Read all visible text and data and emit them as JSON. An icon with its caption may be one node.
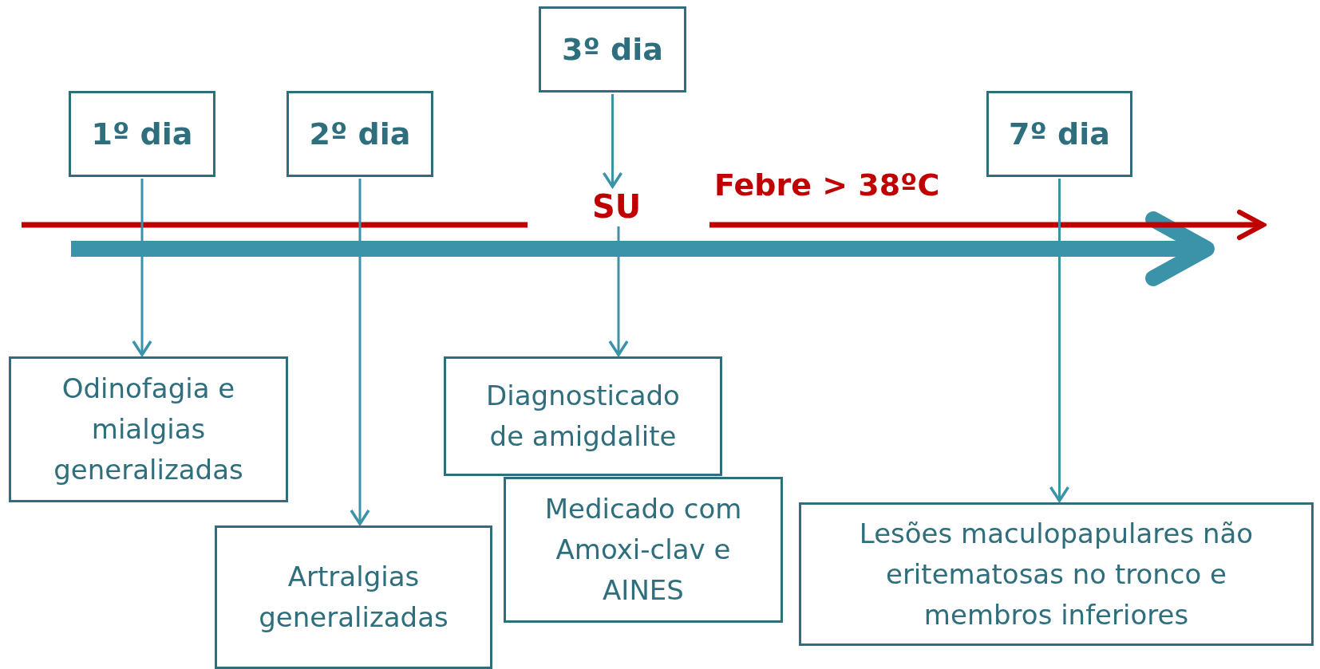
{
  "diagram": {
    "nodes": [
      {
        "text": [
          "1º dia"
        ]
      },
      {
        "text": [
          "2º dia"
        ]
      },
      {
        "text": [
          "3º dia"
        ]
      },
      {
        "text": [
          "7º dia"
        ]
      },
      {
        "text": [
          "SU"
        ]
      },
      {
        "text": [
          "Odinofagia e mialgias generalizadas"
        ]
      },
      {
        "text": [
          "Artralgias generalizadas"
        ]
      },
      {
        "text": [
          "Diagnosticado de amigdalite"
        ]
      },
      {
        "text": [
          "Medicado com Amoxi-clav e AINES"
        ]
      },
      {
        "text": [
          "Lesões maculopapulares não eritematosas no tronco e membros inferiores"
        ]
      }
    ],
    "edges": [
      {
        "from": 0,
        "to": 5,
        "arrow": "to"
      },
      {
        "from": 1,
        "to": 6,
        "arrow": "to"
      },
      {
        "from": 2,
        "to": 4,
        "arrow": "to"
      },
      {
        "from": 4,
        "to": 7,
        "arrow": "to"
      },
      {
        "from": 3,
        "to": 9,
        "arrow": "to"
      }
    ],
    "labels": [
      "Febre > 38ºC"
    ]
  }
}
